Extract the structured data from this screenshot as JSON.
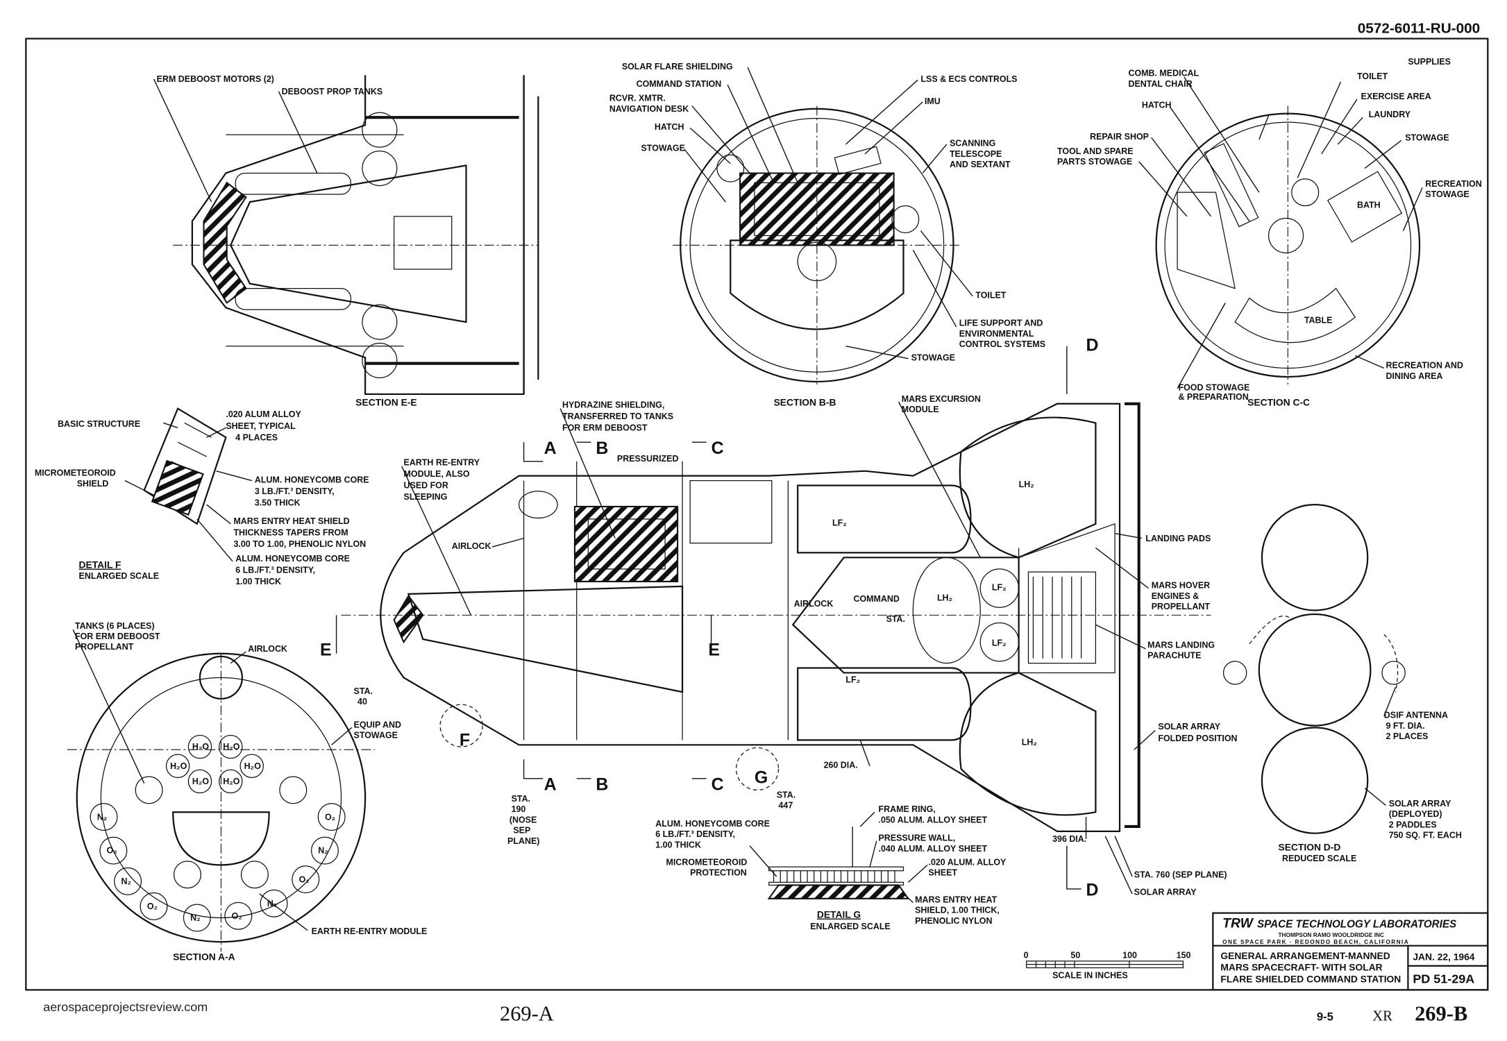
{
  "drawing_number": "0572-6011-RU-000",
  "footer": {
    "website": "aerospaceprojectsreview.com",
    "page_left": "269-A",
    "page_code": "9-5",
    "xr": "XR",
    "page_right": "269-B"
  },
  "title_block": {
    "company": "TRW",
    "company_sub": "SPACE TECHNOLOGY LABORATORIES",
    "parent": "THOMPSON RAMO WOOLDRIDGE INC",
    "address": "ONE SPACE PARK · REDONDO BEACH, CALIFORNIA",
    "title": [
      "GENERAL ARRANGEMENT-MANNED",
      "MARS SPACECRAFT- WITH SOLAR",
      "FLARE SHIELDED COMMAND STATION"
    ],
    "date": "JAN. 22, 1964",
    "doc_number": "PD 51-29A"
  },
  "section_ee": {
    "title": "SECTION E-E",
    "labels": [
      "ERM DEBOOST MOTORS (2)",
      "DEBOOST PROP TANKS"
    ]
  },
  "section_bb": {
    "title": "SECTION B-B",
    "labels": {
      "solar_flare": "SOLAR FLARE SHIELDING",
      "command_station": "COMMAND STATION",
      "rcvr": [
        "RCVR. XMTR.",
        "NAVIGATION DESK"
      ],
      "hatch": "HATCH",
      "stowage": "STOWAGE",
      "lss": "LSS & ECS CONTROLS",
      "imu": "IMU",
      "scanning": [
        "SCANNING",
        "TELESCOPE",
        "AND SEXTANT"
      ],
      "toilet": "TOILET",
      "life_support": [
        "LIFE SUPPORT AND",
        "ENVIRONMENTAL",
        "CONTROL SYSTEMS"
      ],
      "stowage2": "STOWAGE"
    }
  },
  "section_cc": {
    "title": "SECTION C-C",
    "labels": {
      "supplies": "SUPPLIES",
      "toilet": "TOILET",
      "chair": [
        "COMB. MEDICAL",
        "DENTAL CHAIR"
      ],
      "exercise": "EXERCISE AREA",
      "hatch": "HATCH",
      "laundry": "LAUNDRY",
      "repair": "REPAIR SHOP",
      "stowage": "STOWAGE",
      "tool": [
        "TOOL AND SPARE",
        "PARTS STOWAGE"
      ],
      "recreation_stowage": [
        "RECREATION",
        "STOWAGE"
      ],
      "bath": "BATH",
      "table": "TABLE",
      "recreation_dining": [
        "RECREATION AND",
        "DINING AREA"
      ],
      "food": [
        "FOOD STOWAGE",
        "& PREPARATION"
      ]
    }
  },
  "detail_f": {
    "title": "DETAIL F",
    "subtitle": "ENLARGED SCALE",
    "labels": {
      "basic": "BASIC STRUCTURE",
      "sheet": [
        ".020 ALUM ALLOY",
        "SHEET, TYPICAL",
        "4 PLACES"
      ],
      "shield": [
        "MICROMETEOROID",
        "SHIELD"
      ],
      "core1": [
        "ALUM. HONEYCOMB CORE",
        "3 LB./FT.³ DENSITY,",
        "3.50 THICK"
      ],
      "heat": [
        "MARS ENTRY HEAT SHIELD",
        "THICKNESS TAPERS FROM",
        "3.00 TO 1.00, PHENOLIC NYLON"
      ],
      "core2": [
        "ALUM. HONEYCOMB CORE",
        "6 LB./FT.³ DENSITY,",
        "1.00 THICK"
      ]
    }
  },
  "section_aa": {
    "title": "SECTION A-A",
    "labels": {
      "tanks": [
        "TANKS (6 PLACES)",
        "FOR ERM DEBOOST",
        "PROPELLANT"
      ],
      "airlock": "AIRLOCK",
      "equip": [
        "EQUIP AND",
        "STOWAGE"
      ],
      "erm": "EARTH RE-ENTRY MODULE"
    },
    "water": "H₂O",
    "n2": "N₂",
    "o2": "O₂"
  },
  "main_view": {
    "hydrazine": [
      "HYDRAZINE SHIELDING,",
      "TRANSFERRED TO TANKS",
      "FOR ERM DEBOOST"
    ],
    "pressurized": "PRESSURIZED",
    "erm": [
      "EARTH RE-ENTRY",
      "MODULE, ALSO",
      "USED FOR",
      "SLEEPING"
    ],
    "airlock": "AIRLOCK",
    "mem": [
      "MARS EXCURSION",
      "MODULE"
    ],
    "lf2": "LF₂",
    "lh2": "LH₂",
    "airlock2": "AIRLOCK",
    "command": "COMMAND",
    "sta": "STA.",
    "landing_pads": "LANDING PADS",
    "hover": [
      "MARS HOVER",
      "ENGINES &",
      "PROPELLANT"
    ],
    "parachute": [
      "MARS LANDING",
      "PARACHUTE"
    ],
    "solar_folded": [
      "SOLAR ARRAY",
      "FOLDED POSITION"
    ],
    "sta40": [
      "STA.",
      "40"
    ],
    "sta190": [
      "STA.",
      "190",
      "(NOSE",
      "SEP",
      "PLANE)"
    ],
    "sta447": [
      "STA.",
      "447"
    ],
    "dia260": "260 DIA.",
    "dia396": "396 DIA.",
    "sta760": "STA. 760 (SEP PLANE)",
    "solar_array": "SOLAR ARRAY",
    "section_letters": {
      "a": "A",
      "b": "B",
      "c": "C",
      "d": "D",
      "e": "E",
      "f": "F",
      "g": "G"
    }
  },
  "section_dd": {
    "title": "SECTION D-D",
    "subtitle": "REDUCED SCALE",
    "dsif": [
      "DSIF ANTENNA",
      "9 FT. DIA.",
      "2 PLACES"
    ],
    "solar": [
      "SOLAR ARRAY",
      "(DEPLOYED)",
      "2 PADDLES",
      "750 SQ. FT. EACH"
    ]
  },
  "detail_g": {
    "title": "DETAIL G",
    "subtitle": "ENLARGED SCALE",
    "core": [
      "ALUM. HONEYCOMB CORE",
      "6 LB./FT.³ DENSITY,",
      "1.00 THICK"
    ],
    "frame": [
      "FRAME RING,",
      ".050 ALUM. ALLOY SHEET"
    ],
    "pressure": [
      "PRESSURE WALL,",
      ".040 ALUM. ALLOY SHEET"
    ],
    "micro": [
      "MICROMETEOROID",
      "PROTECTION"
    ],
    "sheet": [
      ".020 ALUM. ALLOY",
      "SHEET"
    ],
    "heat": [
      "MARS ENTRY HEAT",
      "SHIELD, 1.00 THICK,",
      "PHENOLIC NYLON"
    ]
  },
  "scale_bar": {
    "ticks": [
      "0",
      "50",
      "100",
      "150"
    ],
    "label": "SCALE IN INCHES"
  }
}
